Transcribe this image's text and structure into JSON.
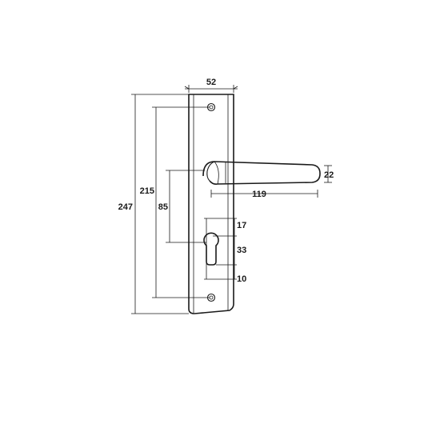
{
  "drawing": {
    "colors": {
      "stroke": "#1a1a1a",
      "background": "#ffffff"
    },
    "dimensions": {
      "plate_width": "52",
      "total_height": "247",
      "screw_spacing": "215",
      "handle_to_cylinder": "85",
      "handle_length": "119",
      "handle_height": "22",
      "cylinder_top": "17",
      "cylinder_height": "33",
      "cylinder_bottom": "10"
    }
  }
}
